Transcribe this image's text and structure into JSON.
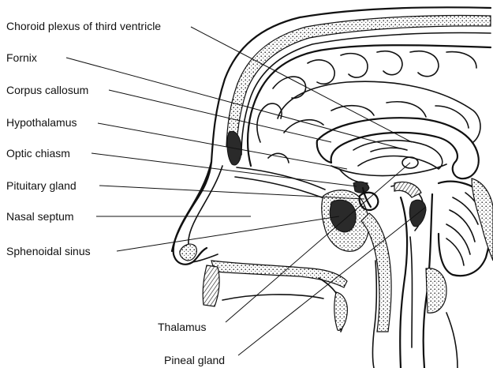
{
  "labels": {
    "choroid_plexus": "Choroid plexus of third ventricle",
    "fornix": "Fornix",
    "corpus_callosum": "Corpus callosum",
    "hypothalamus": "Hypothalamus",
    "optic_chiasm": "Optic chiasm",
    "pituitary_gland": "Pituitary gland",
    "nasal_septum": "Nasal septum",
    "sphenoidal_sinus": "Sphenoidal sinus",
    "thalamus": "Thalamus",
    "pineal_gland": "Pineal gland"
  }
}
